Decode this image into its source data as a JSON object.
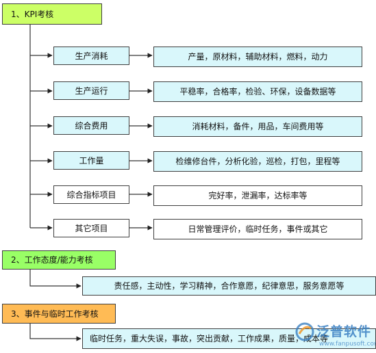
{
  "sections": [
    {
      "title": "1、KPI考核",
      "color": "#ccff66",
      "items": [
        {
          "label": "生产消耗",
          "detail": "产量，原材料，辅助材料，燃料，动力"
        },
        {
          "label": "生产运行",
          "detail": "平稳率，合格率，检验、环保，设备数据等"
        },
        {
          "label": "综合费用",
          "detail": "消耗材料，备件，用品，车间费用等"
        },
        {
          "label": "工作量",
          "detail": "检维修台件，分析化验，巡检，打包，里程等"
        },
        {
          "label": "综合指标项目",
          "detail": "完好率，泄漏率，达标率等"
        },
        {
          "label": "其它项目",
          "detail": "日常管理评价，临时任务，事件或其它"
        }
      ]
    },
    {
      "title": "2、工作态度/能力考核",
      "color": "#99ff66",
      "detail": "责任感，主动性，学习精神，合作意愿，纪律意思，服务意愿等"
    },
    {
      "title": "3、事件与临时工作考核",
      "color": "#ffbb55",
      "detail": "临时任务，重大失误，事故，突出贡献，工作成果，质量，成本等"
    }
  ],
  "watermark": {
    "brand": "泛普软件",
    "url": "www.fanpusoft.com",
    "color": "#3a80c4"
  }
}
